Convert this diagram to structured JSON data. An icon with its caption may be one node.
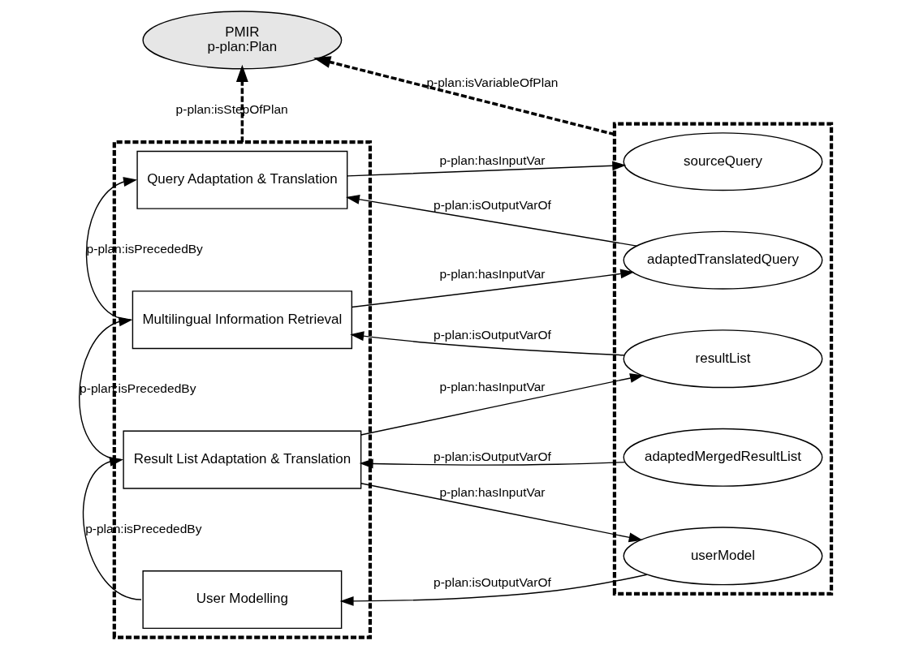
{
  "diagram": {
    "nodes": [
      {
        "text": [
          "PMIR",
          "p-plan:Plan"
        ]
      },
      {
        "text": [],
        "shape": "box"
      },
      {
        "text": [
          "Query Adaptation & Translation"
        ],
        "in": 1
      },
      {
        "text": [
          "Multilingual Information Retrieval"
        ],
        "in": 1
      },
      {
        "text": [
          "Result List Adaptation & Translation"
        ],
        "in": 1
      },
      {
        "text": [
          "User Modelling"
        ],
        "in": 1
      },
      {
        "text": [],
        "shape": "box"
      },
      {
        "text": [
          "sourceQuery"
        ],
        "in": 6
      },
      {
        "text": [
          "adaptedTranslatedQuery"
        ],
        "in": 6
      },
      {
        "text": [
          "resultList"
        ],
        "in": 6
      },
      {
        "text": [
          "adaptedMergedResultList"
        ],
        "in": 6
      },
      {
        "text": [
          "userModel"
        ],
        "in": 6
      }
    ],
    "edges": [
      {
        "from": 1,
        "to": 0,
        "arrow": "to",
        "label": "p-plan:isStepOfPlan",
        "style": "dashed"
      },
      {
        "from": 6,
        "to": 0,
        "arrow": "to",
        "label": "p-plan:isVariableOfPlan",
        "style": "dashed"
      },
      {
        "from": 2,
        "to": 7,
        "arrow": "to",
        "label": "p-plan:hasInputVar"
      },
      {
        "from": 8,
        "to": 2,
        "arrow": "to",
        "label": "p-plan:isOutputVarOf"
      },
      {
        "from": 3,
        "to": 2,
        "arrow": "to",
        "label": "p-plan:isPrecededBy"
      },
      {
        "from": 3,
        "to": 8,
        "arrow": "to",
        "label": "p-plan:hasInputVar"
      },
      {
        "from": 9,
        "to": 3,
        "arrow": "to",
        "label": "p-plan:isOutputVarOf"
      },
      {
        "from": 4,
        "to": 3,
        "arrow": "to",
        "label": "p-plan:isPrecededBy"
      },
      {
        "from": 4,
        "to": 9,
        "arrow": "to",
        "label": "p-plan:hasInputVar"
      },
      {
        "from": 10,
        "to": 4,
        "arrow": "to",
        "label": "p-plan:isOutputVarOf"
      },
      {
        "from": 4,
        "to": 11,
        "arrow": "to",
        "label": "p-plan:hasInputVar"
      },
      {
        "from": 5,
        "to": 4,
        "arrow": "to",
        "label": "p-plan:isPrecededBy"
      },
      {
        "from": 11,
        "to": 5,
        "arrow": "to",
        "label": "p-plan:isOutputVarOf"
      }
    ]
  }
}
